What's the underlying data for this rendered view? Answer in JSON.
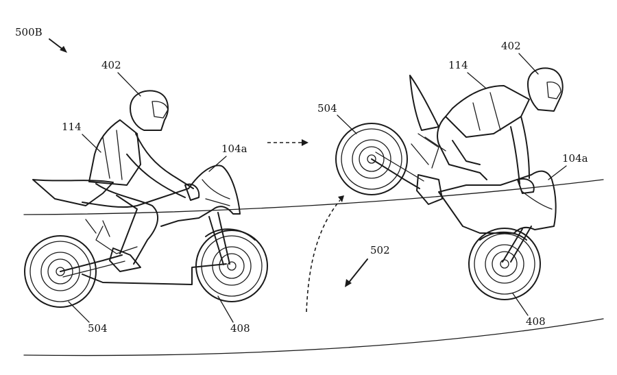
{
  "figure": {
    "label": "500B",
    "references": {
      "helmet_left": "402",
      "rider_left": "114",
      "handlebar_left": "104a",
      "rear_wheel_left": "504",
      "front_wheel_left": "408",
      "surface": "502",
      "rear_wheel_right": "504",
      "helmet_right": "402",
      "rider_right": "114",
      "handlebar_right": "104a",
      "front_wheel_right": "408"
    }
  }
}
